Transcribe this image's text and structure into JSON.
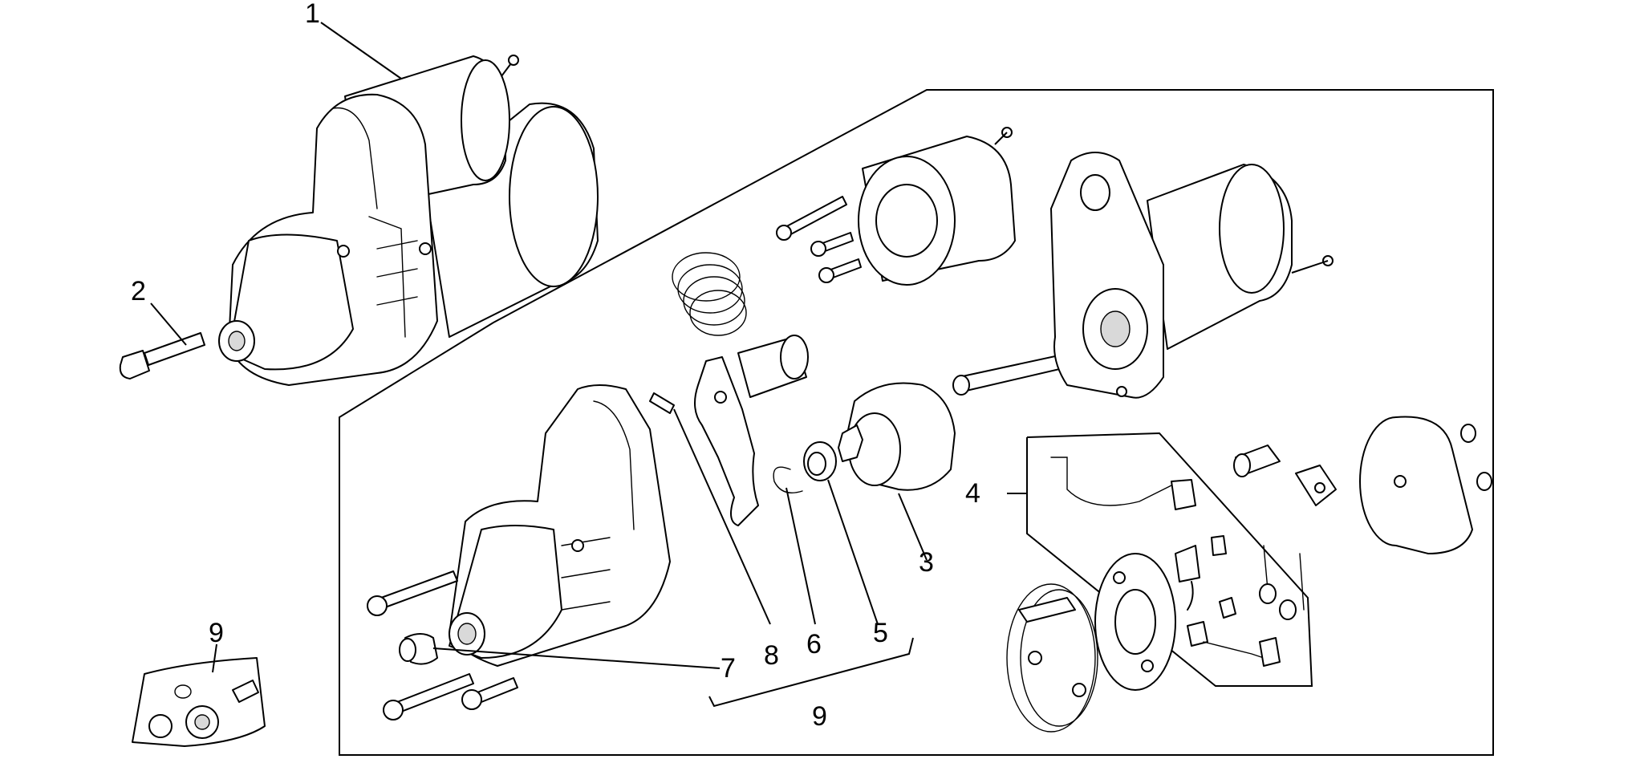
{
  "diagram": {
    "callouts": {
      "c1": "1",
      "c2": "2",
      "c3": "3",
      "c4": "4",
      "c5": "5",
      "c6": "6",
      "c7": "7",
      "c8": "8",
      "c9_kit": "9",
      "c9_group": "9"
    },
    "parts": {
      "starter_motor_assembly": "starter-motor",
      "bolt": "bolt",
      "pinion_drive": "pinion-drive",
      "brush_holder_kit": "brush-holder",
      "bush": "bush",
      "snap_ring": "snap-ring",
      "spacer_bush": "spacer-bush",
      "pin": "pin",
      "repair_kit": "repair-kit"
    }
  }
}
